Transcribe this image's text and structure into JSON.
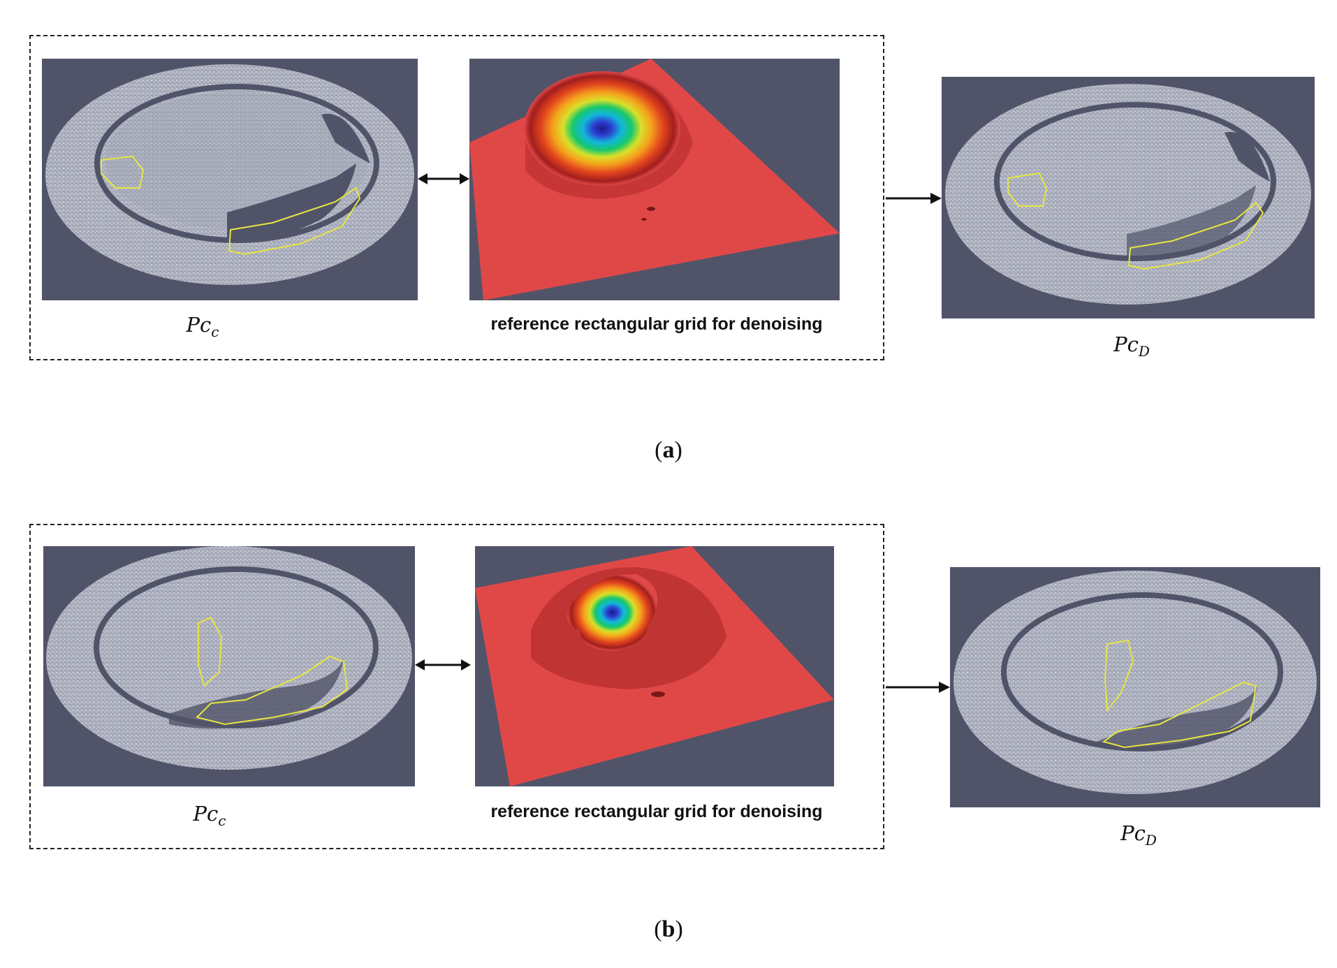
{
  "panels": [
    {
      "label": "a",
      "input_caption": "Pc",
      "input_sub": "c",
      "grid_caption": "reference rectangular grid for denoising",
      "output_caption": "Pc",
      "output_sub": "D"
    },
    {
      "label": "b",
      "input_caption": "Pc",
      "input_sub": "c",
      "grid_caption": "reference rectangular grid for denoising",
      "output_caption": "Pc",
      "output_sub": "D"
    }
  ],
  "colors": {
    "background_slate": "#515469",
    "point_cloud": "#b9bcc8",
    "grid_plane": "#e04848",
    "highlight_outline": "#e6e640"
  },
  "icons": [
    "double-arrow-icon",
    "right-arrow-icon"
  ]
}
